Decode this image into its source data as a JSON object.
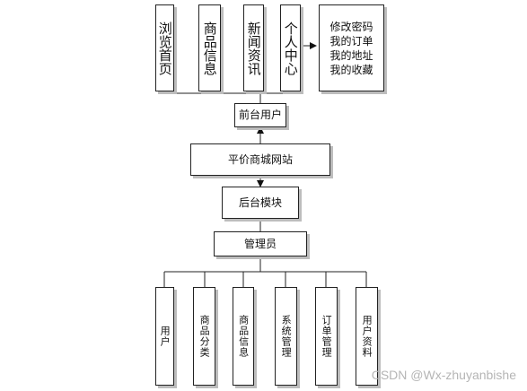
{
  "nodes": {
    "front_user": "前台用户",
    "site": "平价商城网站",
    "backend": "后台模块",
    "admin": "管理员"
  },
  "front_modules": [
    "浏览首页",
    "商品信息",
    "新闻资讯",
    "个人中心"
  ],
  "personal_center_items": [
    "修改密码",
    "我的订单",
    "我的地址",
    "我的收藏"
  ],
  "admin_modules": [
    "用户",
    "商品分类",
    "商品信息",
    "系统管理",
    "订单管理",
    "用户资料"
  ],
  "watermark": "CSDN @Wx-zhuyanbishe"
}
